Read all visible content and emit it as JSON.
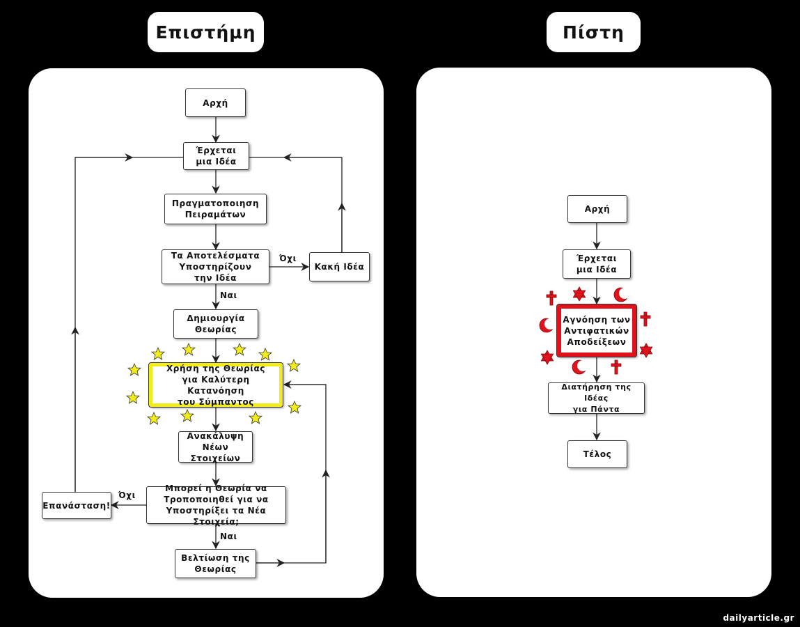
{
  "titles": {
    "science": "Επιστήμη",
    "faith": "Πίστη"
  },
  "science": {
    "start": "Αρχή",
    "idea": "Έρχεται\nμια Ιδέα",
    "experiments": "Πραγματοποιηση\nΠειραμάτων",
    "results": "Τα Αποτελέσματα\nΥποστηρίζουν\nτην Ιδέα",
    "bad_idea": "Κακή Ιδέα",
    "no_label_1": "Όχι",
    "yes_label_1": "Ναι",
    "theory": "Δημιουργία\nΘεωρίας",
    "use_theory": "Χρήση της Θεωρίας\nγια Καλύτερη Κατανόηση\nτου Σύμπαντος",
    "discovery": "Ανακάλυψη\nΝέων\nΣτοιχείων",
    "modify": "Μπορεί η Θεωρία να\nΤροποποιηθεί για να\nΥποστηρίξει τα Νέα Στοιχεία;",
    "revolution": "Επανάσταση!",
    "no_label_2": "Όχι",
    "yes_label_2": "Ναι",
    "improve": "Βελτίωση της\nΘεωρίας"
  },
  "faith": {
    "start": "Αρχή",
    "idea": "Έρχεται\nμια Ιδέα",
    "ignore": "Αγνόηση των\nΑντιφατικών\nΑποδείξεων",
    "keep": "Διατήρηση της Ιδέας\nγια Πάντα",
    "end": "Τέλος"
  },
  "colors": {
    "star_yellow": "#f2ec1a",
    "symbol_red": "#e0121b"
  },
  "credit": "dailyarticle.gr"
}
